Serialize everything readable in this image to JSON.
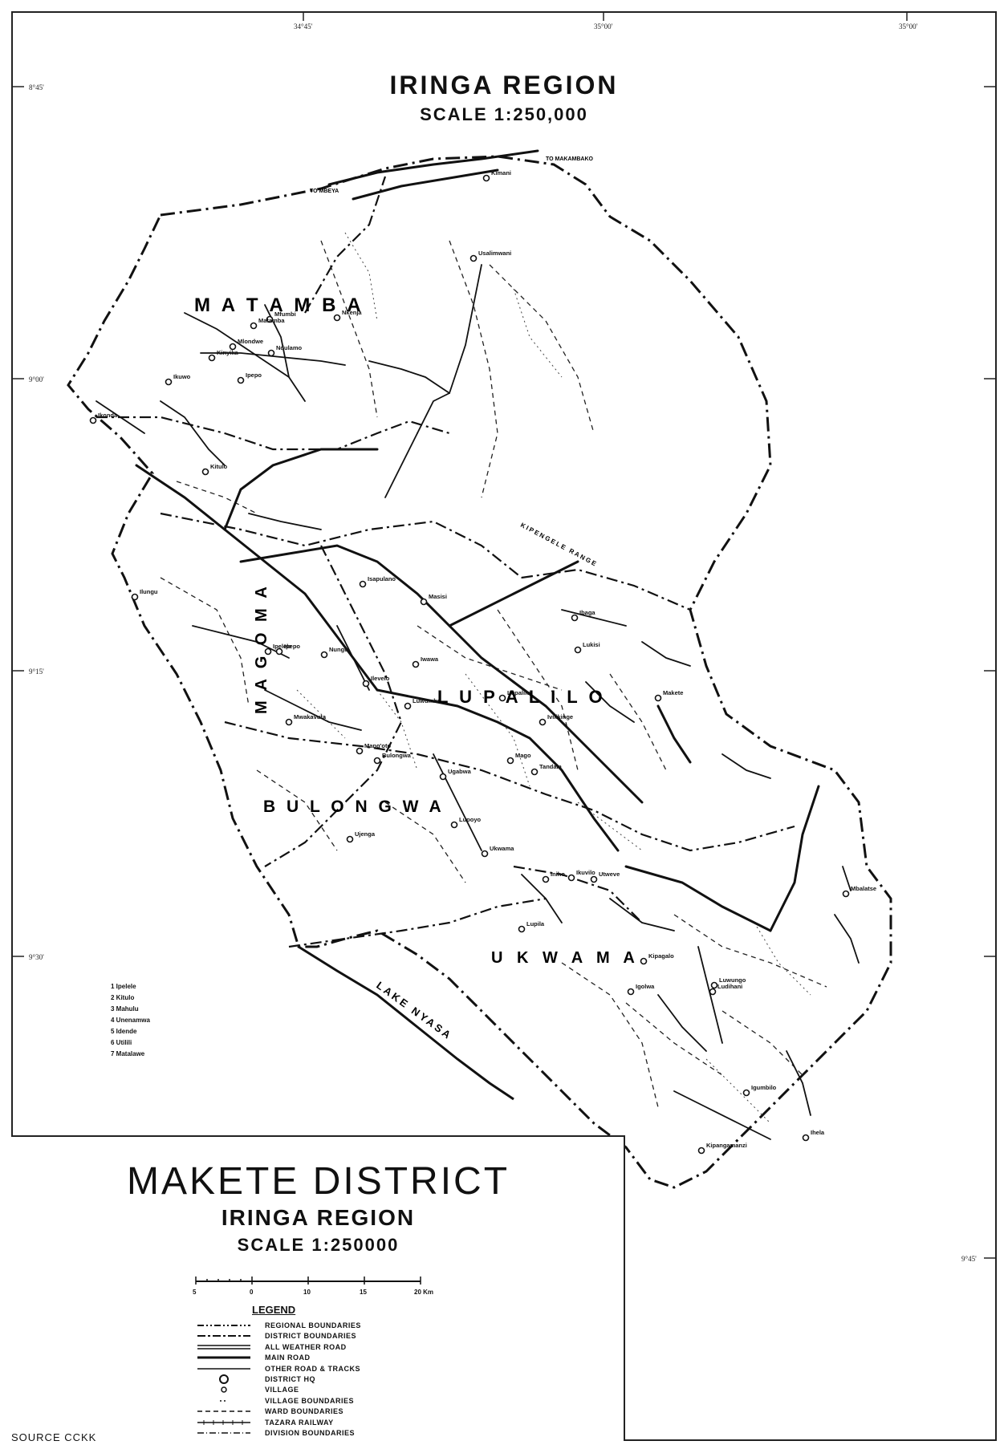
{
  "map_title": "IRINGA REGION",
  "map_scale": "SCALE 1:250,000",
  "inset": {
    "district_title": "MAKETE DISTRICT",
    "region_title": "IRINGA REGION",
    "scale_title": "SCALE 1:250000",
    "scale_ticks": [
      "5",
      "0",
      "10",
      "15",
      "20 Km"
    ],
    "legend_heading": "LEGEND",
    "legend": [
      {
        "symbol": "regional",
        "label": "REGIONAL BOUNDARIES"
      },
      {
        "symbol": "district",
        "label": "DISTRICT BOUNDARIES"
      },
      {
        "symbol": "allweather",
        "label": "ALL WEATHER ROAD"
      },
      {
        "symbol": "mainroad",
        "label": "MAIN ROAD"
      },
      {
        "symbol": "otherroad",
        "label": "OTHER ROAD & TRACKS"
      },
      {
        "symbol": "districthq",
        "label": "DISTRICT HQ"
      },
      {
        "symbol": "village",
        "label": "VILLAGE"
      },
      {
        "symbol": "villagebnd",
        "label": "VILLAGE BOUNDARIES"
      },
      {
        "symbol": "ward",
        "label": "WARD BOUNDARIES"
      },
      {
        "symbol": "railway",
        "label": "TAZARA RAILWAY"
      },
      {
        "symbol": "division",
        "label": "DIVISION BOUNDARIES"
      }
    ]
  },
  "source": "SOURCE  CCKK",
  "divisions": [
    "M A T A M B A",
    "M A G O M A",
    "L U P A L I L O",
    "B U L O N G W A",
    "U K W A M A"
  ],
  "features": [
    "LAKE NYASA",
    "KIPENGELE RANGE",
    "TO MAKAMBAKO",
    "TO MBEYA"
  ],
  "key": [
    "1  Ipelele",
    "2  Kitulo",
    "3  Mahulu",
    "4  Unenamwa",
    "5  Idende",
    "6  Utilili",
    "7  Matalawe"
  ],
  "grid_labels": [
    "34°45'",
    "35°00'",
    "35°00'",
    "8°45'",
    "9°00'",
    "9°15'",
    "9°30'",
    "9°45'"
  ],
  "villages": [
    "Ikuwo",
    "Kinyika",
    "Mlondwe",
    "Matamba",
    "Ndulamo",
    "Ipepo",
    "Mfumbi",
    "Nkenja",
    "Kimani",
    "Usalimwani",
    "Ikonda",
    "Iwawa",
    "Luwumbu",
    "Lupalilo",
    "Ukwama",
    "Bulongwa",
    "Makete",
    "Mang'oto",
    "Ivilikinge",
    "Tandala",
    "Ipelele",
    "Ipepo",
    "Lupila",
    "Mbalatse",
    "Iniho",
    "Ikuvilo",
    "Igolwa",
    "Ludihani",
    "Kipagalo",
    "Luwungo",
    "Ilungu",
    "Kitulo",
    "Utweve",
    "Mago",
    "Isapulano",
    "Masisi",
    "Ibaga",
    "Igumbilo",
    "Kipangamanzi",
    "Ihela",
    "Mwakavuta",
    "Ugabwa",
    "Lupoyo",
    "Nungu",
    "Ujenga",
    "Ilevelo",
    "Lukisi"
  ]
}
